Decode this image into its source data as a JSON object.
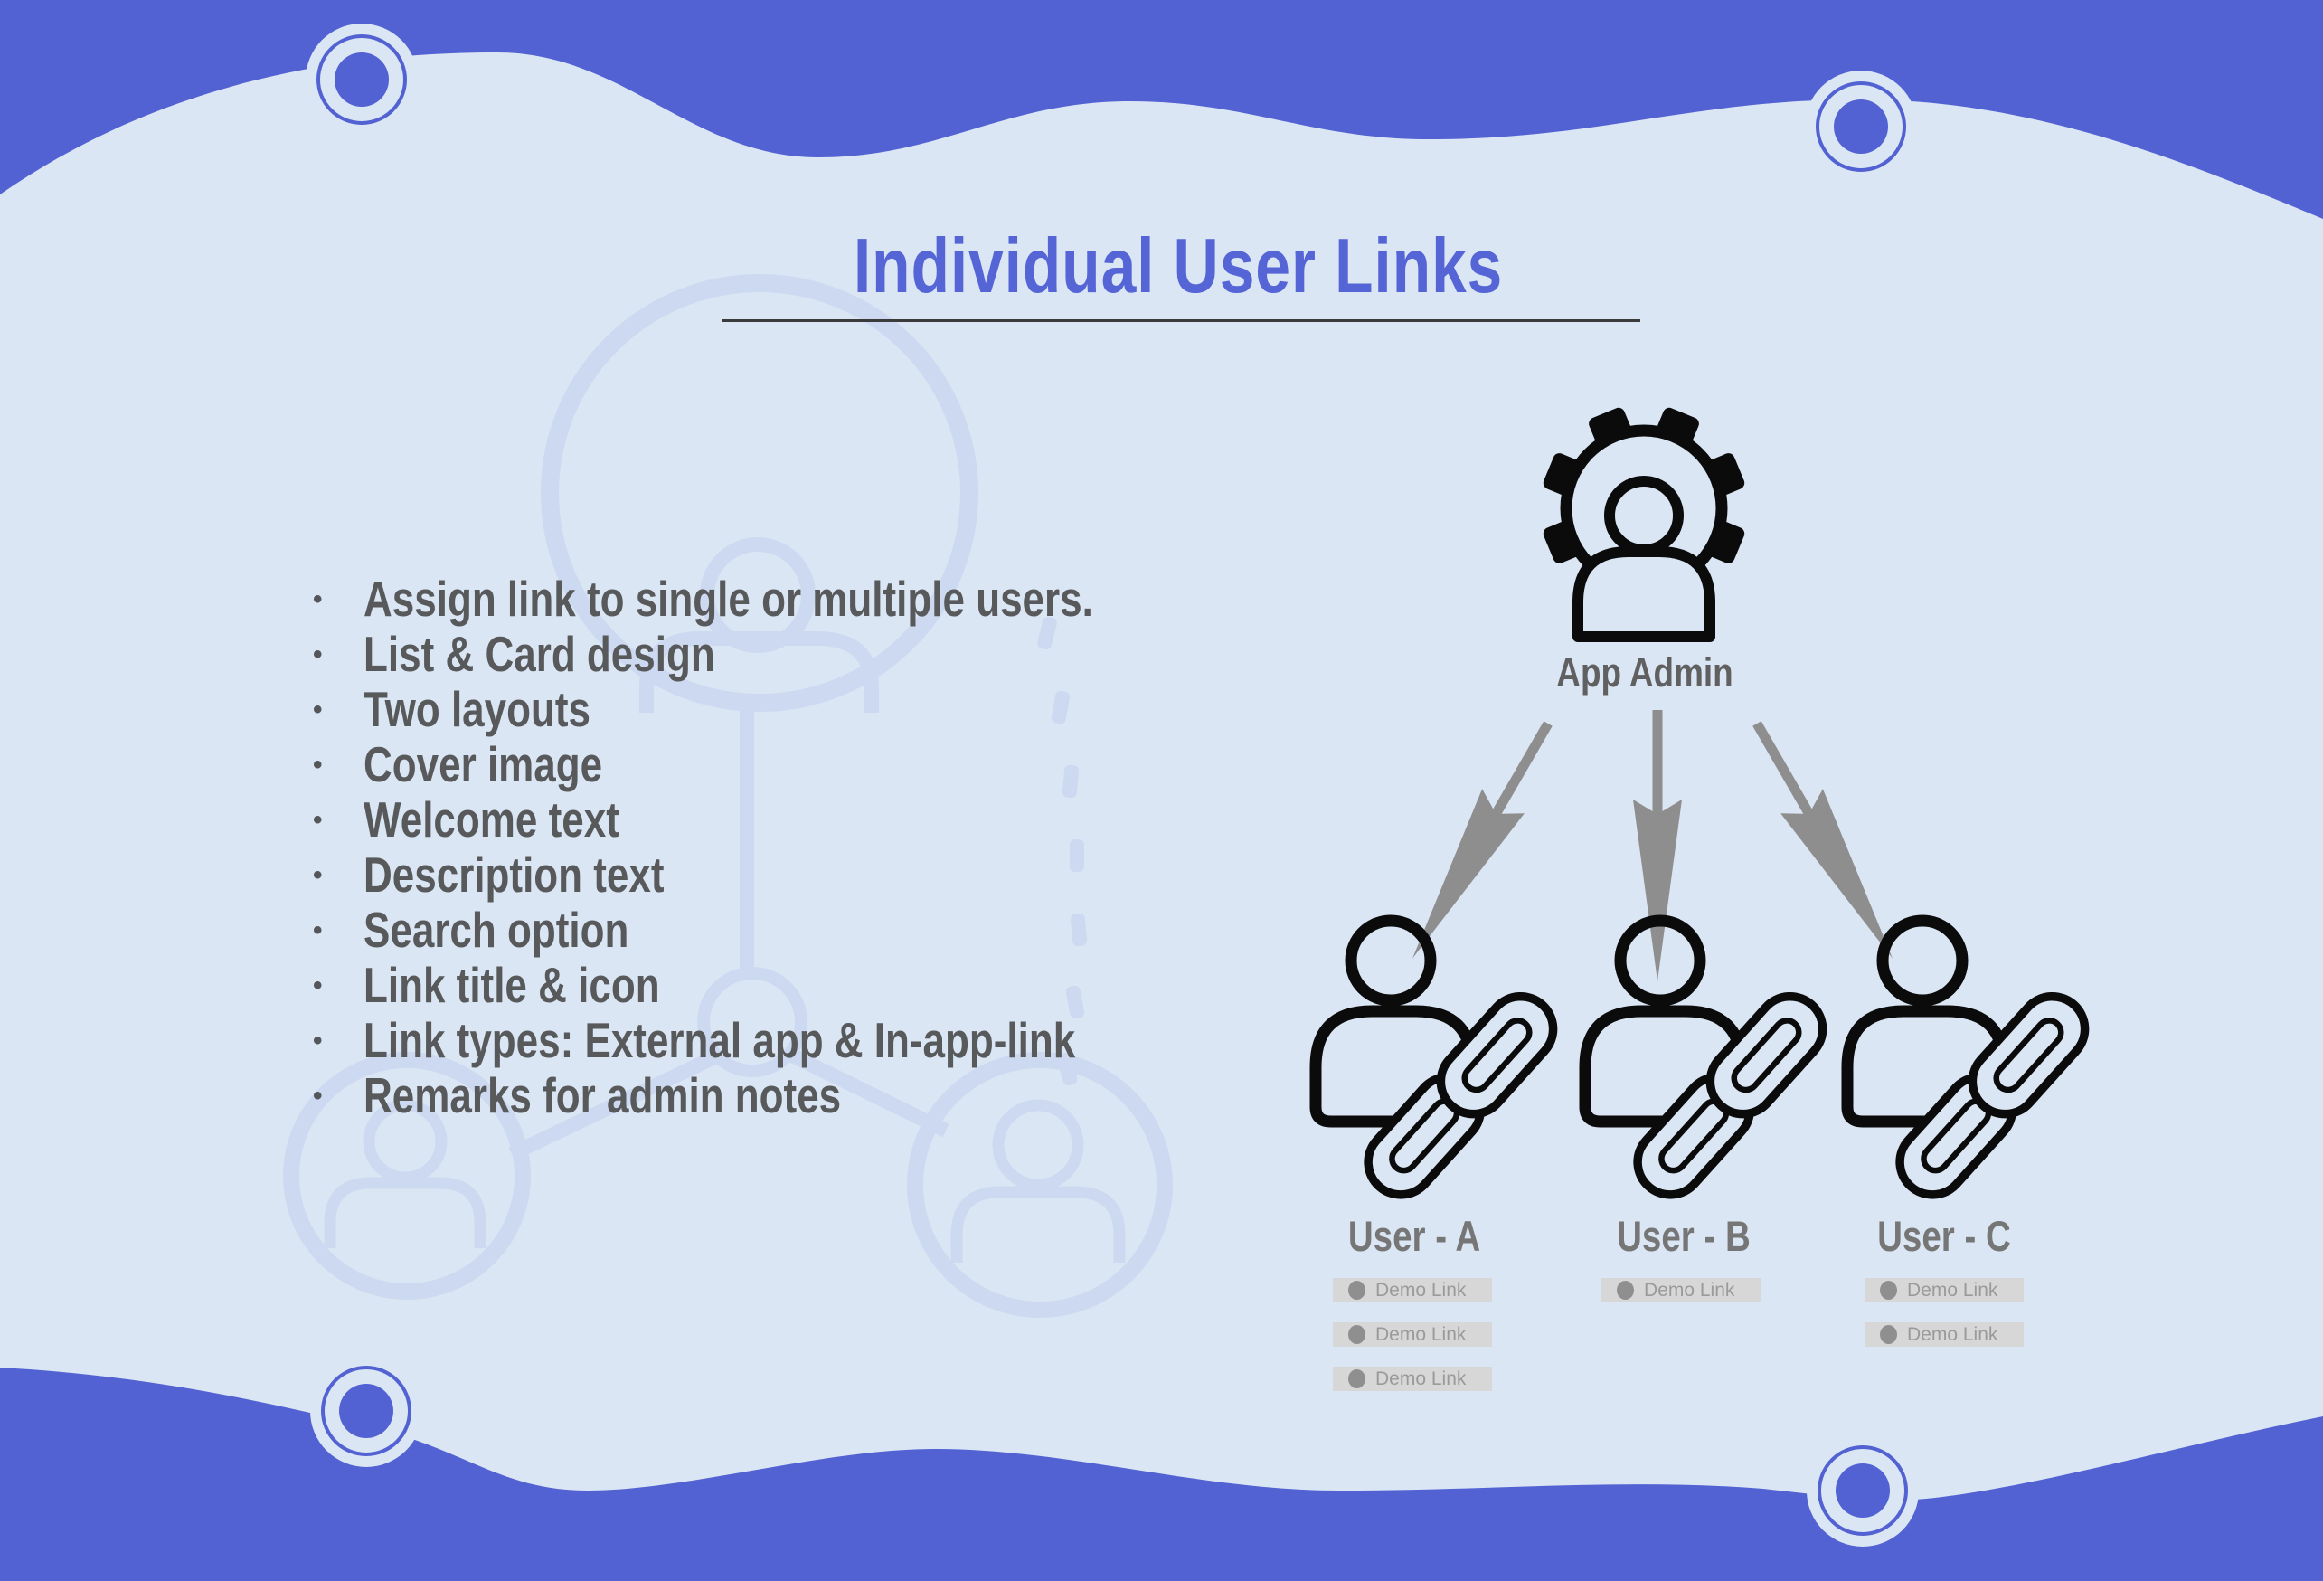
{
  "title": "Individual User Links",
  "features": {
    "bullet_char": "•",
    "items": [
      "Assign link to single or multiple users.",
      "List & Card design",
      "Two layouts",
      "Cover image",
      "Welcome text",
      "Description text",
      "Search option",
      "Link title & icon",
      "Link types: External app & In-app-link",
      "Remarks for admin notes"
    ]
  },
  "diagram": {
    "admin": {
      "label": "App Admin",
      "icon": "gear-person-icon"
    },
    "users": [
      {
        "label": "User - A",
        "icon": "person-link-icon",
        "links": [
          "Demo Link",
          "Demo Link",
          "Demo Link"
        ]
      },
      {
        "label": "User - B",
        "icon": "person-link-icon",
        "links": [
          "Demo Link"
        ]
      },
      {
        "label": "User - C",
        "icon": "person-link-icon",
        "links": [
          "Demo Link",
          "Demo Link"
        ]
      }
    ]
  },
  "colors": {
    "band_purple": "#5262d3",
    "background": "#dbe6f4",
    "title_blue": "#5565d6",
    "feature_text": "#58595b",
    "label_gray": "#6e6e6e",
    "arrow_gray": "#8e8e8e",
    "button_bg": "#d7d7d7",
    "button_text": "#9a9a9a",
    "watermark": "#ccd9f0",
    "icon_black": "#0b0b0b"
  }
}
